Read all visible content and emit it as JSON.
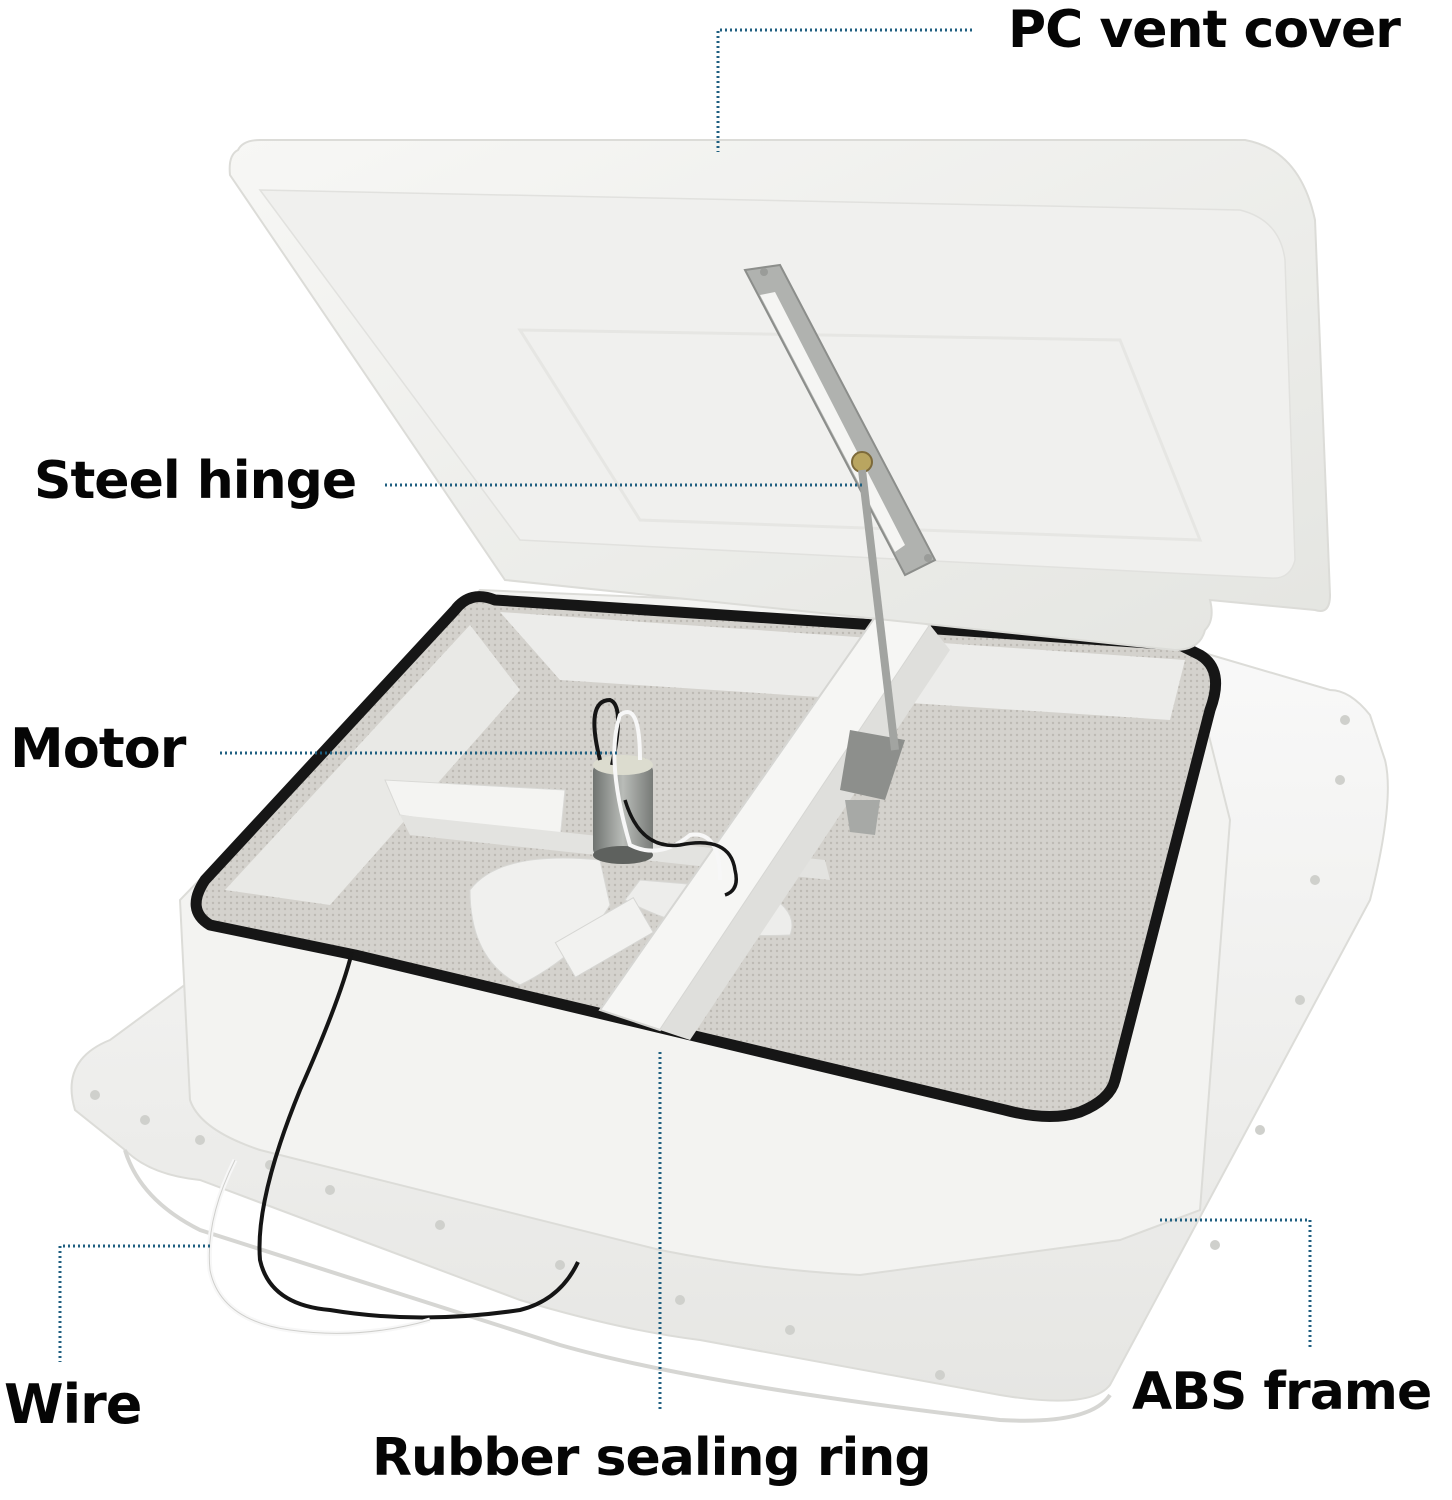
{
  "diagram": {
    "subject": "RV roof vent with fan, lid open",
    "labels": {
      "pc_vent_cover": "PC vent cover",
      "steel_hinge": "Steel hinge",
      "motor": "Motor",
      "wire": "Wire",
      "abs_frame": "ABS frame",
      "rubber_sealing_ring": "Rubber sealing ring"
    },
    "colors": {
      "leader_line": "#1f5f80",
      "label_text": "#050505",
      "plastic_white": "#f4f4f2",
      "plastic_shadow": "#d9dad6",
      "rubber_seal": "#161616",
      "mesh_screen": "#cfcdc8",
      "hinge_metal": "#a7a9a6"
    }
  }
}
